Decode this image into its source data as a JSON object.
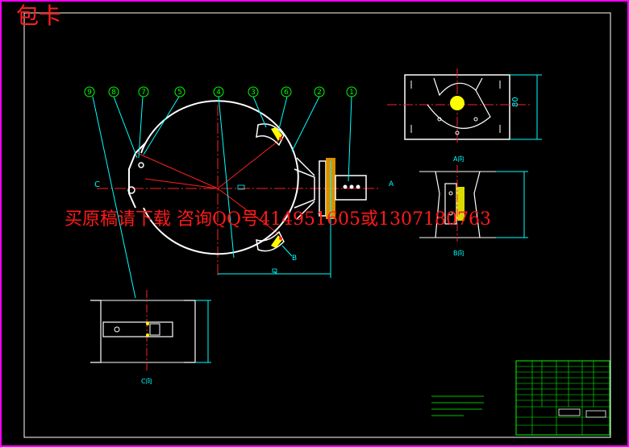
{
  "title": "包卡",
  "watermark": "买原稿请下载 咨询QQ号414951605或1307180763",
  "balloons": [
    "9",
    "8",
    "7",
    "5",
    "4",
    "3",
    "6",
    "2",
    "1"
  ],
  "view_labels": {
    "section_a": "A",
    "section_b": "B",
    "section_c": "C",
    "view_a": "A向",
    "view_b": "B向",
    "view_c": "C向"
  },
  "dimensions": {
    "dim_80": "80"
  },
  "colors": {
    "border": "#ff00ff",
    "frame": "#ffffff",
    "leader": "#00ffff",
    "centerline": "#ff2020",
    "dimension": "#00ffff",
    "part": "#ffffff",
    "weld": "#ffff00",
    "balloon": "#00ff00",
    "titleblock": "#00ff00"
  }
}
